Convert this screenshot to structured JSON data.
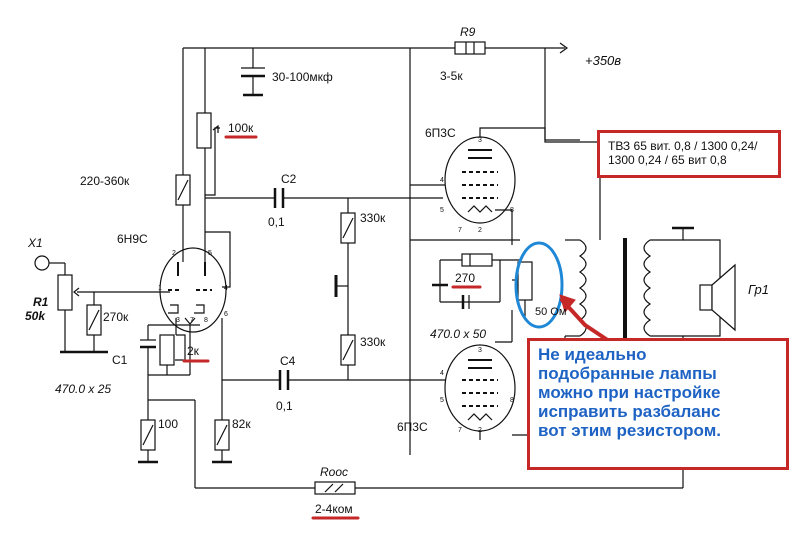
{
  "supply": {
    "label": "+350в"
  },
  "resistors": {
    "r9_name": "R9",
    "r9_value": "3-5к",
    "r_100k": "100к",
    "r_220_360k": "220-360к",
    "r_330k_top": "330к",
    "r_330k_bottom": "330к",
    "r1_name": "R1",
    "r1_value": "50k",
    "r_270k": "270к",
    "r_2k": "2к",
    "r_100": "100",
    "r_82k": "82к",
    "r_270": "270",
    "r_50om": "50 Ом",
    "rooc_name": "Rooc",
    "rooc_value": "2-4ком"
  },
  "capacitors": {
    "c_top": "30-100мкф",
    "c2_name": "C2",
    "c2_value": "0,1",
    "c4_name": "C4",
    "c4_value": "0,1",
    "c1_name": "C1",
    "c1_value": "470.0 x 25",
    "c_cath": "470.0 x 50"
  },
  "tubes": {
    "input": "6Н9С",
    "output_top": "6П3С",
    "output_bottom": "6П3С"
  },
  "connectors": {
    "x1": "X1",
    "speaker": "Гр1"
  },
  "transformer_note": {
    "line1": "ТВЗ  65 вит. 0,8 / 1300  0,24/",
    "line2": "1300  0,24 /  65 вит  0,8"
  },
  "callout": {
    "line1": "Не идеально",
    "line2": "подобранные лампы",
    "line3": "можно при настройке",
    "line4": "исправить разбаланс",
    "line5": "вот этим резистором."
  },
  "colors": {
    "highlight_red": "#c62828",
    "highlight_blue": "#1e88d6",
    "callout_text": "#1e63c4"
  }
}
